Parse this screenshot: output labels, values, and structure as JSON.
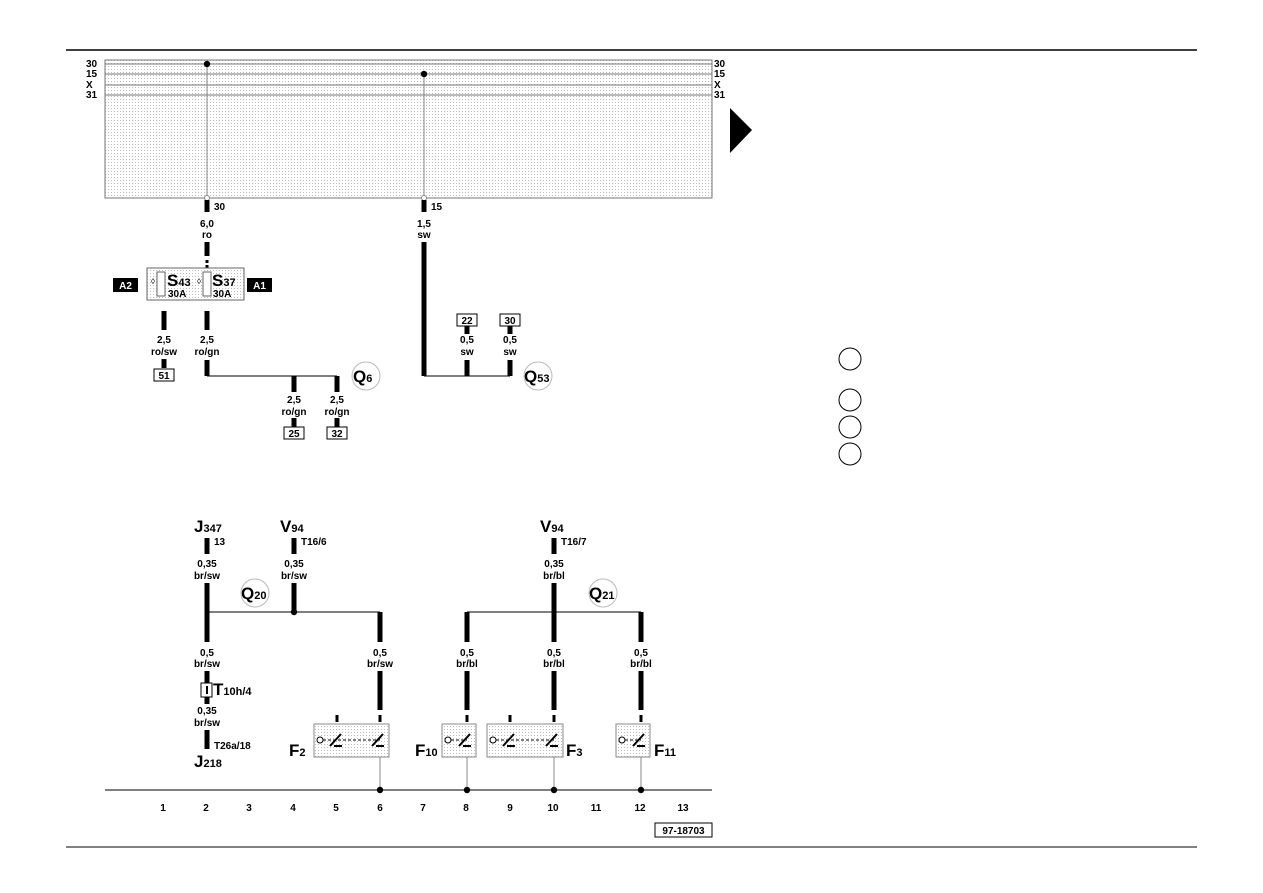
{
  "rails": {
    "left": [
      "30",
      "15",
      "X",
      "31"
    ],
    "right": [
      "30",
      "15",
      "X",
      "31"
    ]
  },
  "supply": {
    "pin30": "30",
    "pin15": "15",
    "w30_size": "6,0",
    "w30_color": "ro",
    "w15_size": "1,5",
    "w15_color": "sw"
  },
  "fuses": {
    "a2": "A2",
    "a1": "A1",
    "s43_main": "S",
    "s43_sub": "43",
    "s43_rating": "30A",
    "s37_main": "S",
    "s37_sub": "37",
    "s37_rating": "30A"
  },
  "upper_wires": {
    "w51_size": "2,5",
    "w51_color": "ro/sw",
    "w51_ref": "51",
    "wgn_size": "2,5",
    "wgn_color": "ro/gn",
    "w25_size": "2,5",
    "w25_color": "ro/gn",
    "w25_ref": "25",
    "w32_size": "2,5",
    "w32_color": "ro/gn",
    "w32_ref": "32",
    "w22_ref": "22",
    "w22_size": "0,5",
    "w22_color": "sw",
    "w30b_ref": "30",
    "w30b_size": "0,5",
    "w30b_color": "sw"
  },
  "connectors": {
    "q6_main": "Q",
    "q6_sub": "6",
    "q53_main": "Q",
    "q53_sub": "53",
    "q20_main": "Q",
    "q20_sub": "20",
    "q21_main": "Q",
    "q21_sub": "21"
  },
  "lower": {
    "j347_main": "J",
    "j347_sub": "347",
    "j347_pin": "13",
    "v94a_main": "V",
    "v94a_sub": "94",
    "v94a_pin": "T16/6",
    "v94b_main": "V",
    "v94b_sub": "94",
    "v94b_pin": "T16/7",
    "wa_size": "0,35",
    "wa_color": "br/sw",
    "wb_size": "0,35",
    "wb_color": "br/sw",
    "wc_size": "0,35",
    "wc_color": "br/bl",
    "wd_size": "0,5",
    "wd_color": "br/sw",
    "we_size": "0,5",
    "we_color": "br/sw",
    "wf_size": "0,5",
    "wf_color": "br/bl",
    "wg_size": "0,5",
    "wg_color": "br/bl",
    "wh_size": "0,5",
    "wh_color": "br/bl",
    "t10_main": "T",
    "t10_sub": "10h/4",
    "wi_size": "0,35",
    "wi_color": "br/sw",
    "t26": "T26a/18",
    "j218_main": "J",
    "j218_sub": "218",
    "f2_main": "F",
    "f2_sub": "2",
    "f10_main": "F",
    "f10_sub": "10",
    "f3_main": "F",
    "f3_sub": "3",
    "f11_main": "F",
    "f11_sub": "11"
  },
  "grid_numbers": [
    "1",
    "2",
    "3",
    "4",
    "5",
    "6",
    "7",
    "8",
    "9",
    "10",
    "11",
    "12",
    "13"
  ],
  "drawing_number": "97-18703"
}
